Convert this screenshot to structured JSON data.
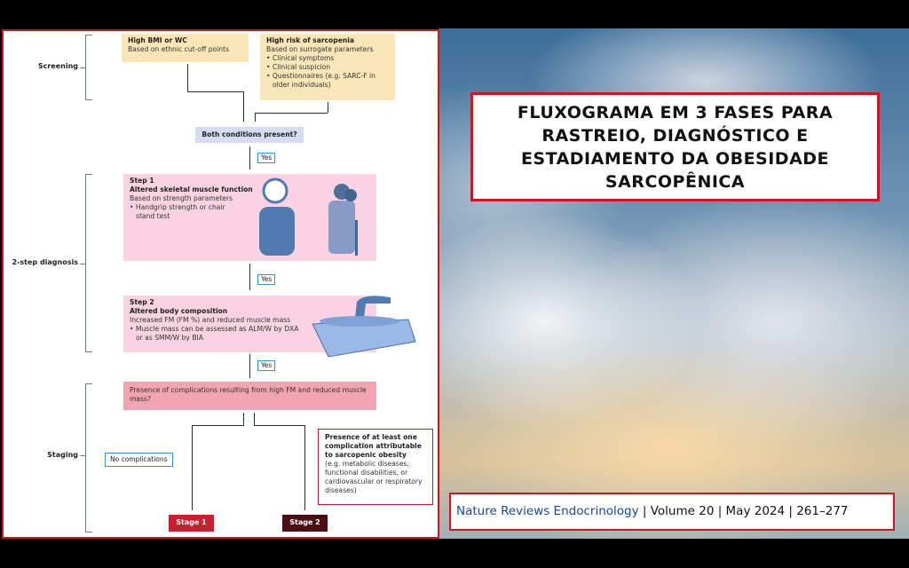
{
  "title": "FLUXOGRAMA EM 3 FASES PARA RASTREIO, DIAGNÓSTICO E ESTADIAMENTO DA OBESIDADE SARCOPÊNICA",
  "footer": {
    "journal": "Nature Reviews Endocrinology",
    "rest": " | Volume 20 | May 2024 | 261–277"
  },
  "phases": {
    "screening": "Screening",
    "diagnosis": "2-step diagnosis",
    "staging": "Staging"
  },
  "bmi": {
    "title": "High BMI or WC",
    "text": "Based on ethnic cut-off points"
  },
  "sarc": {
    "title": "High risk of sarcopenia",
    "text": "Based on surrogate parameters",
    "items": [
      "Clinical symptoms",
      "Clinical suspicion",
      "Questionnaires (e.g. SARC-F in older individuals)"
    ]
  },
  "both": "Both conditions present?",
  "yes": "Yes",
  "step1": {
    "step": "Step 1",
    "title": "Altered skeletal muscle function",
    "text": "Based on strength parameters",
    "item": "Handgrip strength or chair stand test"
  },
  "step2": {
    "step": "Step 2",
    "title": "Altered  body composition",
    "text": "Increased FM (FM %) and reduced muscle mass",
    "item": "Muscle mass can be assessed as ALM/W by DXA or as SMM/W by BIA"
  },
  "complications": "Presence of complications resulting from high FM and reduced muscle mass?",
  "nocomp": "No complications",
  "presence": {
    "title": "Presence of at least one complication attributable to sarcopenic obesity",
    "text": "(e.g. metabolic diseases, functional disabilities, or cardiovascular or respiratory diseases)"
  },
  "stage1": "Stage 1",
  "stage2": "Stage 2",
  "colors": {
    "border": "#d0161d",
    "screening": "#fbe6b8",
    "step": "#f9d3e2",
    "comp": "#f2a4b3",
    "stage1": "#c8202e",
    "stage2": "#4a0e14"
  }
}
